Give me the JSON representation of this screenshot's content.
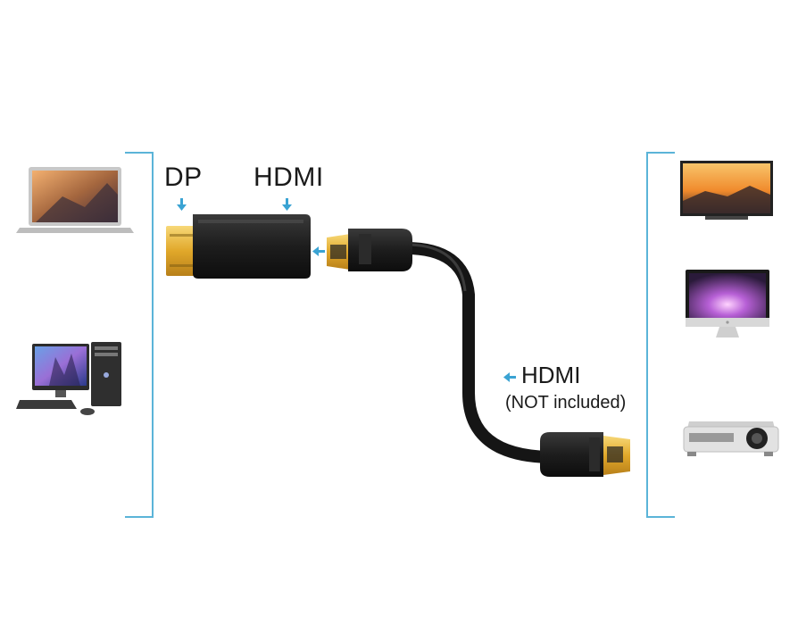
{
  "labels": {
    "dp": "DP",
    "hdmi_top": "HDMI",
    "hdmi_side": "HDMI",
    "not_included": "(NOT included)"
  },
  "colors": {
    "arrow": "#3aa3d3",
    "bracket": "#5bb4d8",
    "connector_gold": "#e5b73b",
    "body_black": "#1d1d1d"
  },
  "icons": {
    "left_devices": [
      "laptop-icon",
      "desktop-computer-icon"
    ],
    "right_devices": [
      "tv-icon",
      "monitor-icon",
      "projector-icon"
    ]
  }
}
